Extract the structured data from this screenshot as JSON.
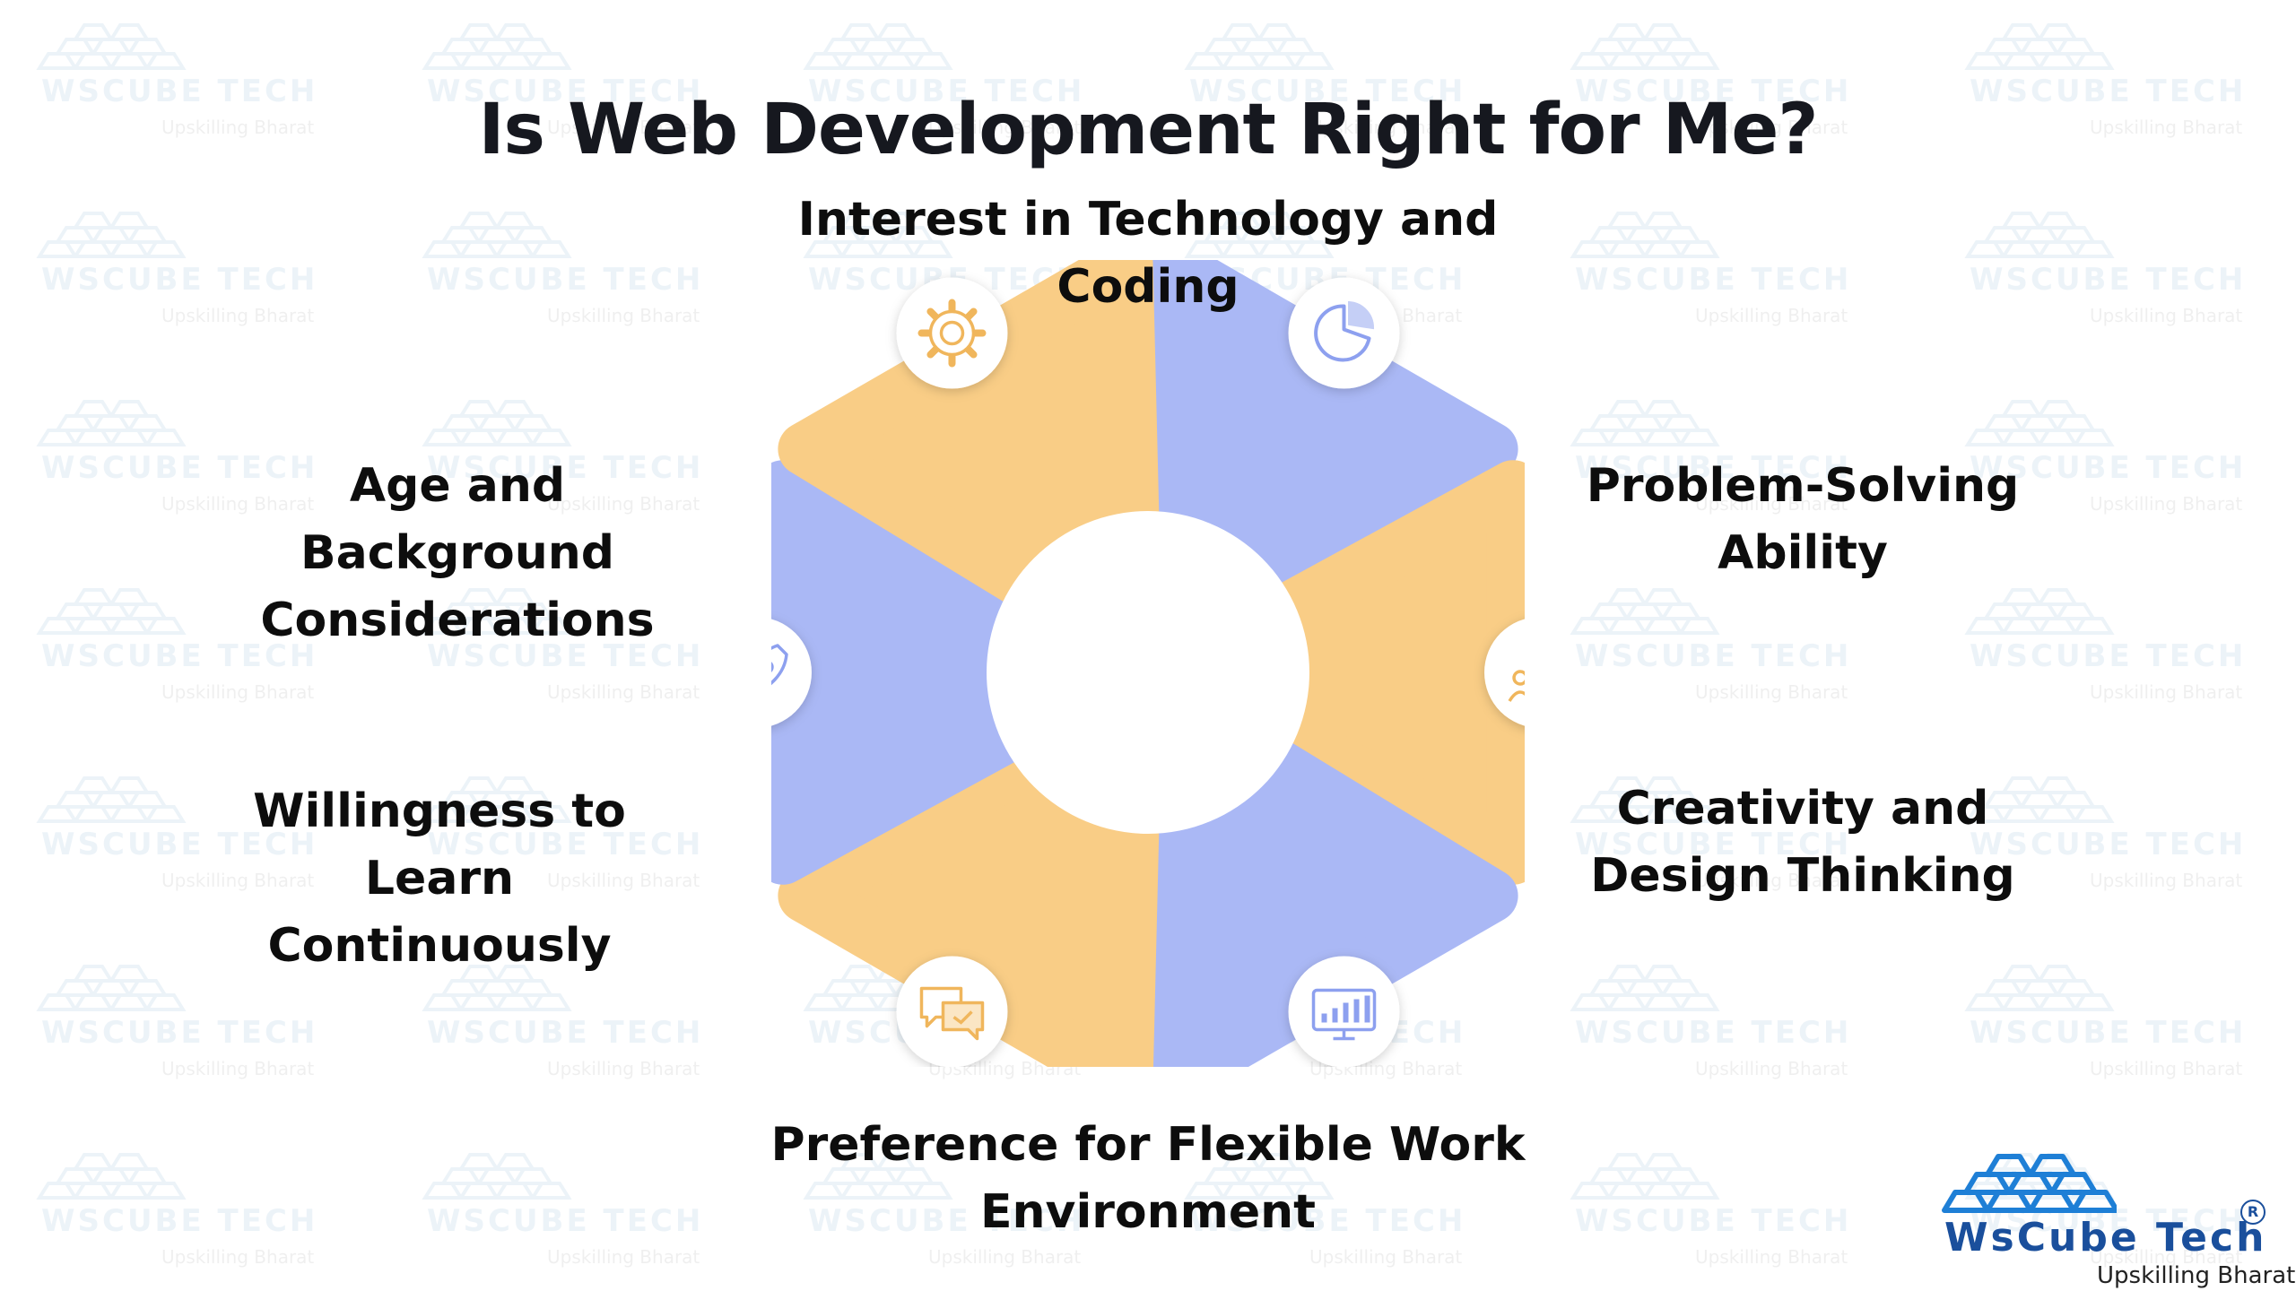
{
  "title": "Is Web Development Right for Me?",
  "factors": {
    "top": "Interest in Technology and Coding",
    "top_left": [
      "Age and Background",
      "Considerations"
    ],
    "top_right": [
      "Problem-Solving",
      "Ability"
    ],
    "mid_left": [
      "Willingness to Learn",
      "Continuously"
    ],
    "mid_right": [
      "Creativity and",
      "Design Thinking"
    ],
    "bottom": "Preference for Flexible Work Environment"
  },
  "segments": [
    {
      "key": "top",
      "color": "#aab8f5",
      "icon": "pie-chart-icon"
    },
    {
      "key": "top_right",
      "color": "#f9cd86",
      "icon": "team-check-icon"
    },
    {
      "key": "mid_right",
      "color": "#aab8f5",
      "icon": "bar-chart-monitor-icon"
    },
    {
      "key": "bottom",
      "color": "#f9cd86",
      "icon": "chat-bubbles-icon"
    },
    {
      "key": "mid_left",
      "color": "#aab8f5",
      "icon": "rocket-icon"
    },
    {
      "key": "top_left",
      "color": "#f9cd86",
      "icon": "gear-icon"
    }
  ],
  "colors": {
    "blue": "#aab8f5",
    "orange": "#f9cd86",
    "title": "#16181f",
    "brand": "#1a4f9c"
  },
  "logo": {
    "brand": "WsCube Tech",
    "tagline": "Upskilling Bharat",
    "registered": "R"
  }
}
